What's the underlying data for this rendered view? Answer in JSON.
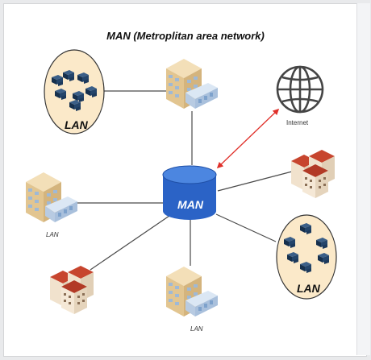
{
  "title": "MAN (Metroplitan area network)",
  "center_label": "MAN",
  "internet_label": "Internet",
  "lan_labels": {
    "top_left": "LAN",
    "bottom_right": "LAN",
    "left_building": "LAN",
    "bottom_building": "LAN"
  },
  "colors": {
    "link_line": "#4a4a4a",
    "internet_link": "#e0302a",
    "lan_cluster_fill": "#fbe9c9",
    "man_node": "#2b63c6",
    "computer": "#16304d"
  },
  "icons": [
    "globe-icon",
    "office-building-icon",
    "apartment-block-icon",
    "computer-icon",
    "database-cylinder-icon"
  ]
}
